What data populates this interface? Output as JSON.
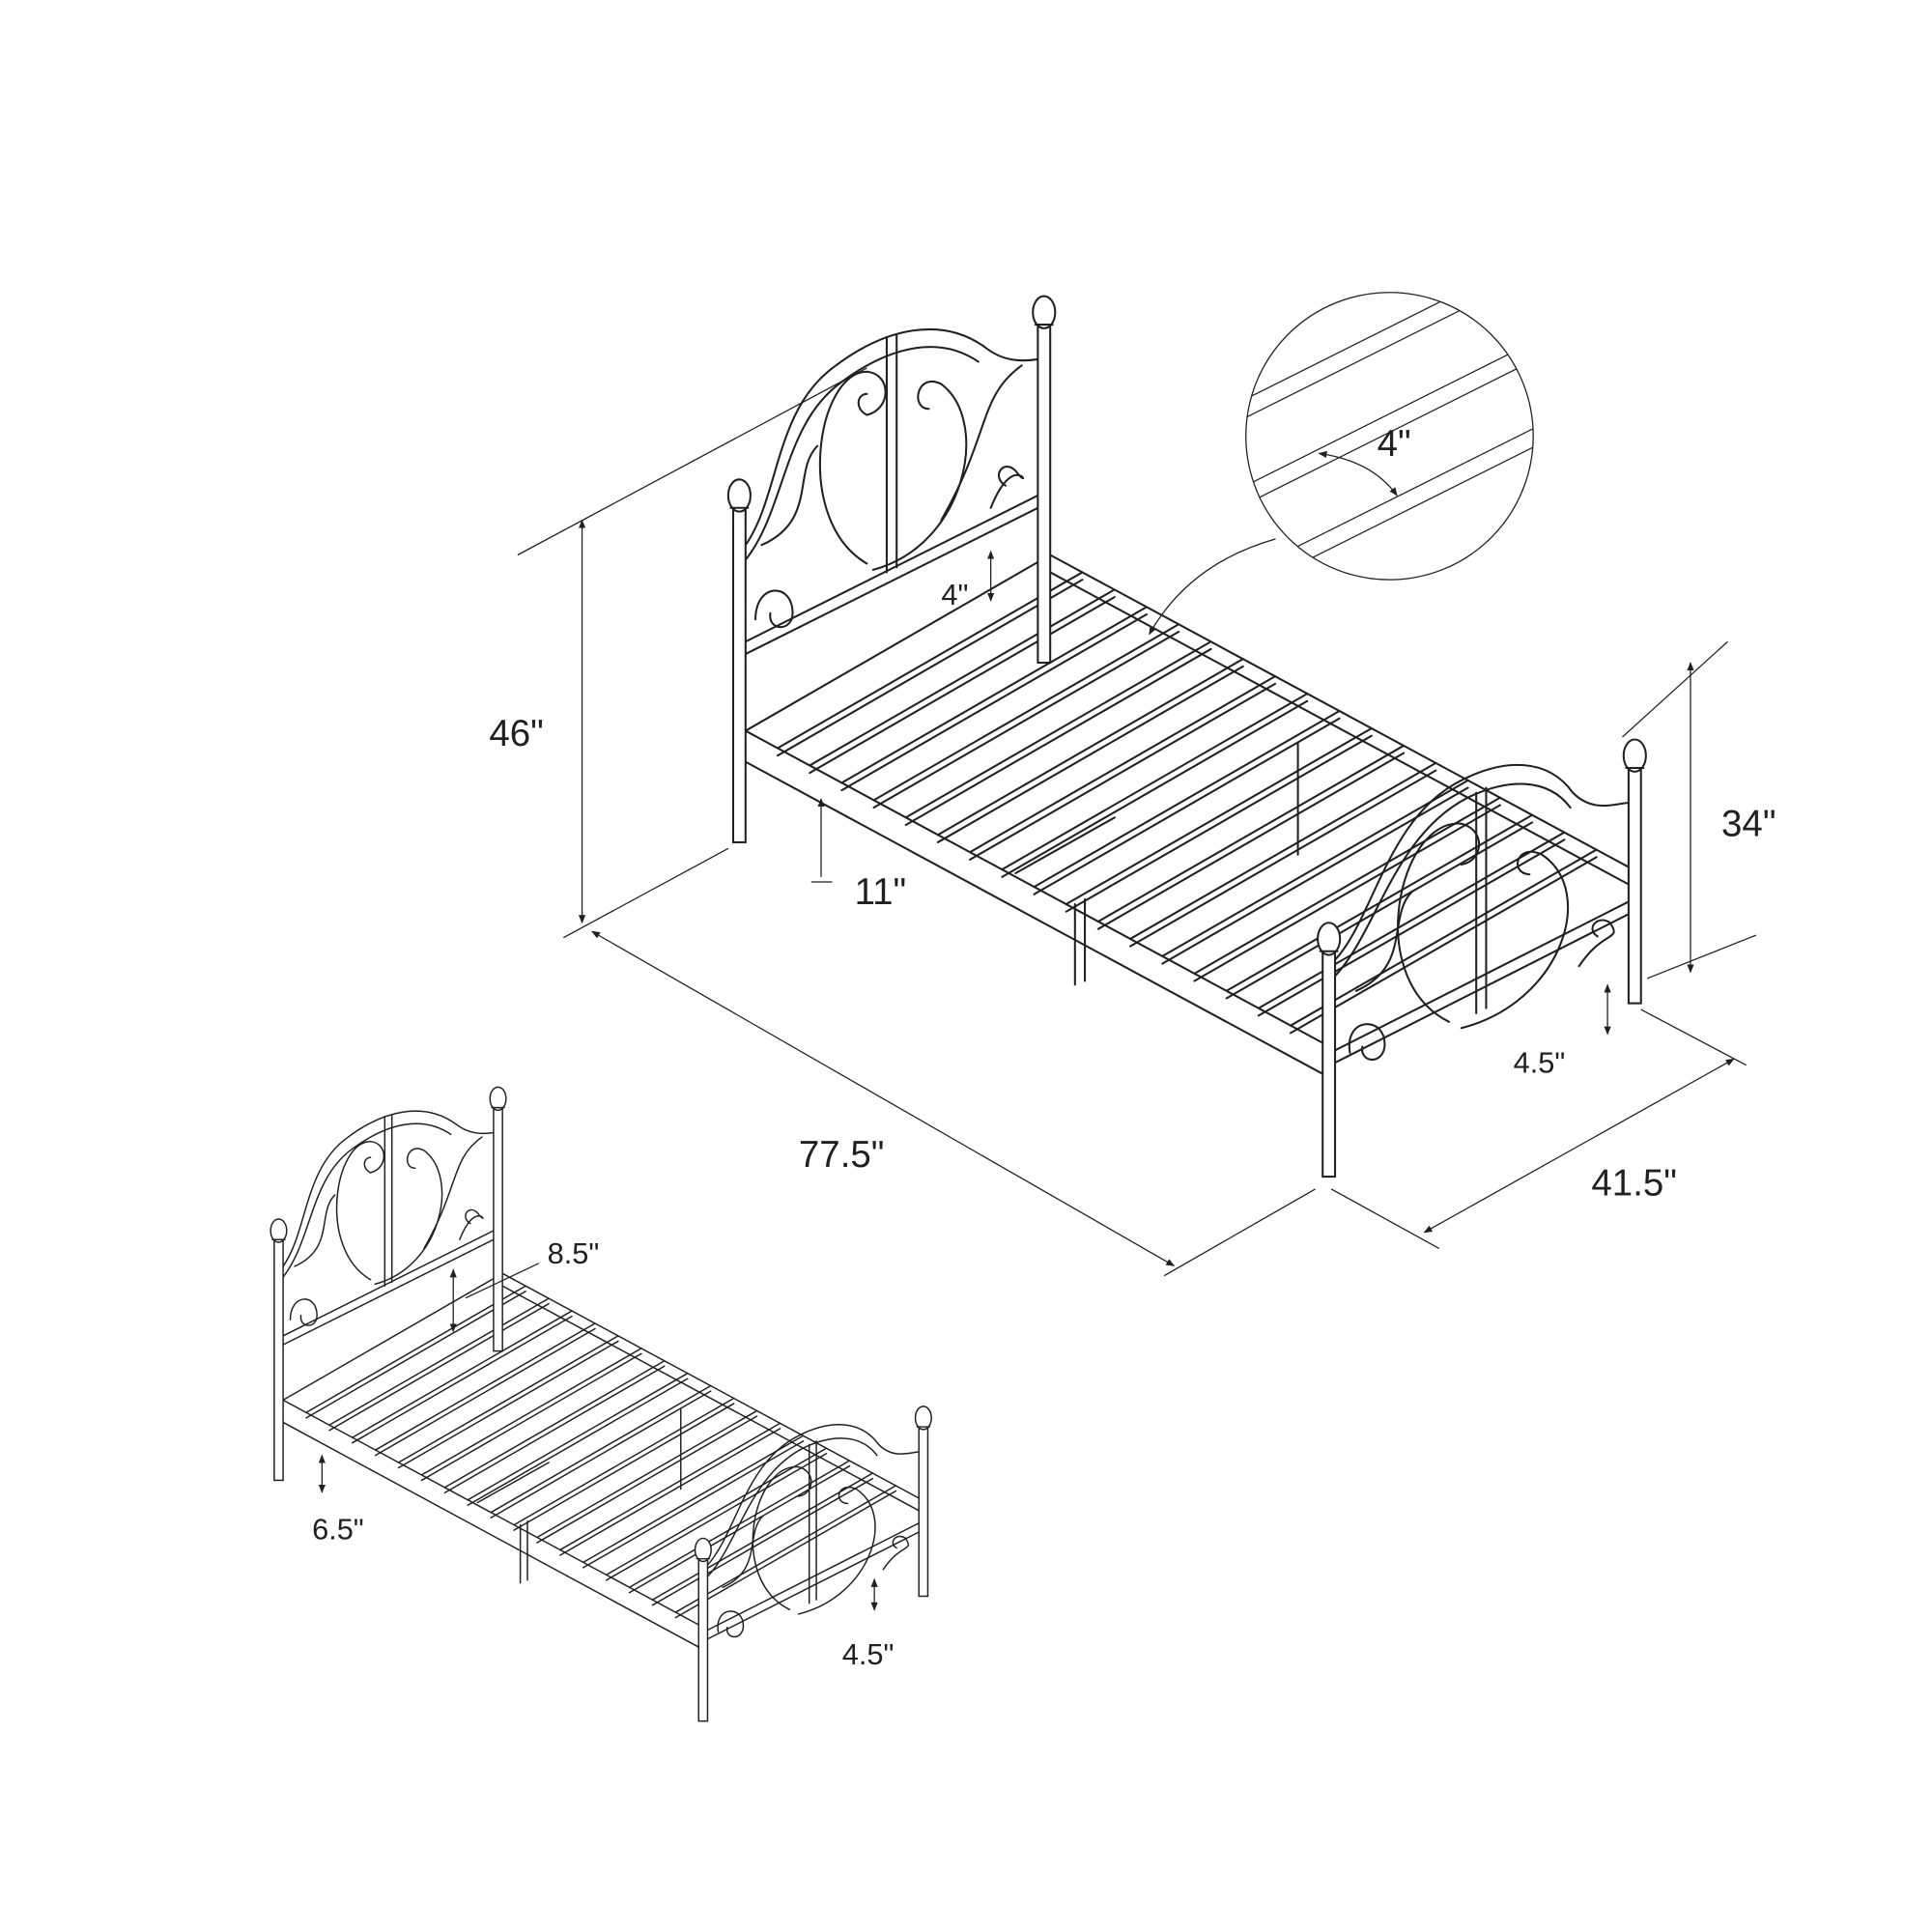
{
  "title": "Metal bed frame dimensions",
  "main_bed": {
    "overall_height": "46\"",
    "headboard_gap": "4\"",
    "clearance": "11\"",
    "footboard_height": "34\"",
    "footboard_gap": "4.5\"",
    "length": "77.5\"",
    "width": "41.5\""
  },
  "inset": {
    "slat_spacing": "4\""
  },
  "alternate_bed": {
    "headboard_gap": "8.5\"",
    "clearance": "6.5\"",
    "footboard_gap": "4.5\""
  },
  "colors": {
    "line": "#231f20",
    "background": "#ffffff"
  }
}
